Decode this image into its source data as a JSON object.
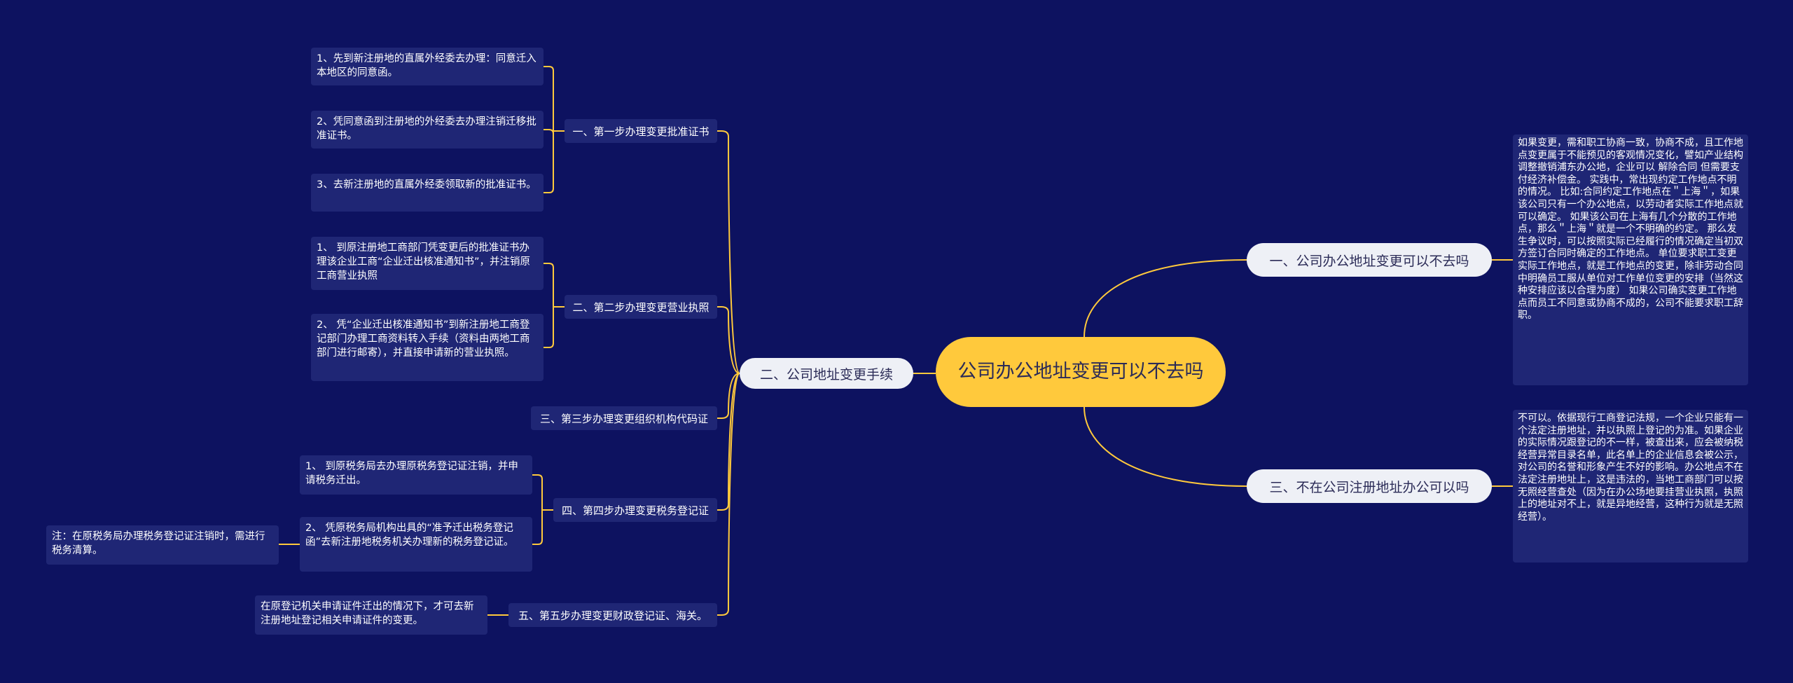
{
  "root": {
    "label": "公司办公地址变更可以不去吗"
  },
  "colors": {
    "background": "#0d1260",
    "root": "#ffc93c",
    "branch": "#eef0f6",
    "subnode": "#1f2675",
    "line": "#ffc93c"
  },
  "right": [
    {
      "label": "一、公司办公地址变更可以不去吗",
      "detail": " 如果变更，需和职工协商一致，协商不成，且工作地点变更属于不能预见的客观情况变化，譬如产业结构调整撤销浦东办公地，企业可以 解除合同 但需要支付经济补偿金。 实践中，常出现约定工作地点不明的情况。 比如:合同约定工作地点在＂上海＂，如果该公司只有一个办公地点，以劳动者实际工作地点就可以确定。 如果该公司在上海有几个分散的工作地点，那么＂上海＂就是一个不明确的约定。 那么发生争议时，可以按照实际已经履行的情况确定当初双方签订合同时确定的工作地点。 单位要求职工变更实际工作地点，就是工作地点的变更，除非劳动合同中明确员工服从单位对工作单位变更的安排（当然这种安排应该以合理为度） 如果公司确实变更工作地点而员工不同意或协商不成的，公司不能要求职工辞职。"
    },
    {
      "label": "三、不在公司注册地址办公可以吗",
      "detail": "不可以。依据现行工商登记法规，一个企业只能有一个法定注册地址，并以执照上登记的为准。如果企业的实际情况跟登记的不一样，被查出来，应会被纳税经营异常目录名单，此名单上的企业信息会被公示，对公司的名誉和形象产生不好的影响。办公地点不在法定注册地址上，这是违法的，当地工商部门可以按无照经营查处（因为在办公场地要挂营业执照，执照上的地址对不上，就是异地经营，这种行为就是无照经营）。"
    }
  ],
  "left": {
    "label": "二、公司地址变更手续",
    "steps": [
      {
        "label": "一、第一步办理变更批准证书",
        "items": [
          "1、先到新注册地的直属外经委去办理：同意迁入本地区的同意函。",
          "2、凭同意函到注册地的外经委去办理注销迁移批准证书。",
          "3、去新注册地的直属外经委领取新的批准证书。"
        ]
      },
      {
        "label": "二、第二步办理变更营业执照",
        "items": [
          "1、 到原注册地工商部门凭变更后的批准证书办理该企业工商“企业迁出核准通知书”，并注销原工商营业执照",
          "2、 凭“企业迁出核准通知书”到新注册地工商登记部门办理工商资料转入手续（资料由两地工商部门进行邮寄），并直接申请新的营业执照。"
        ]
      },
      {
        "label": "三、第三步办理变更组织机构代码证",
        "items": []
      },
      {
        "label": "四、第四步办理变更税务登记证",
        "items": [
          "1、 到原税务局去办理原税务登记证注销，并申请税务迁出。",
          "2、 凭原税务局机构出具的“准予迁出税务登记函”去新注册地税务机关办理新的税务登记证。"
        ],
        "note": "注：在原税务局办理税务登记证注销时，需进行税务清算。"
      },
      {
        "label": "五、第五步办理变更财政登记证、海关。",
        "items": [
          "在原登记机关申请证件迁出的情况下，才可去新注册地址登记相关申请证件的变更。"
        ]
      }
    ]
  }
}
